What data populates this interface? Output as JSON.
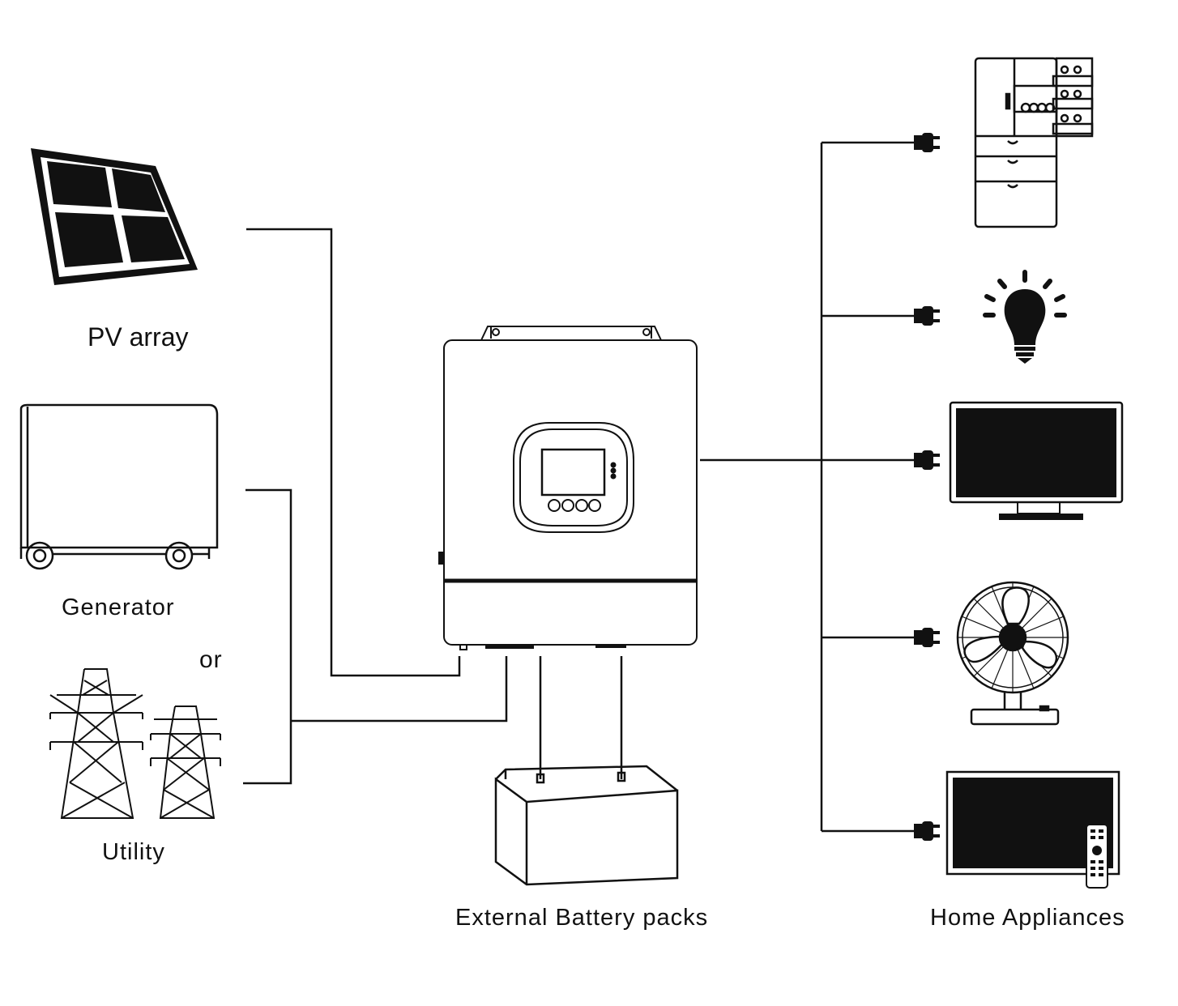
{
  "labels": {
    "pv": "PV array",
    "generator": "Generator",
    "or": "or",
    "utility": "Utility",
    "battery": "External Battery packs",
    "appliances": "Home Appliances"
  },
  "colors": {
    "stroke": "#111111",
    "fill_dark": "#111111",
    "background": "#ffffff"
  },
  "icons": [
    "solar-panel-icon",
    "generator-icon",
    "power-tower-icon",
    "inverter-icon",
    "battery-icon",
    "refrigerator-icon",
    "light-bulb-icon",
    "monitor-icon",
    "fan-icon",
    "television-icon",
    "plug-icon"
  ]
}
